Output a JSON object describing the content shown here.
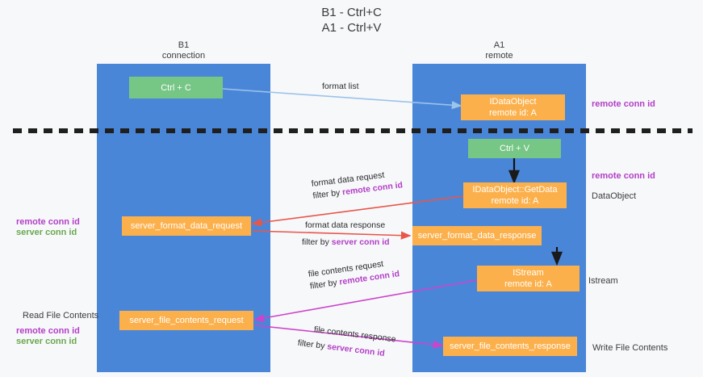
{
  "title": "B1 - Ctrl+C\nA1 - Ctrl+V",
  "columns": {
    "left": "B1\nconnection",
    "right": "A1\nremote"
  },
  "nodes": {
    "ctrl_c": {
      "line1": "Ctrl + C",
      "line2": ""
    },
    "idataobject": {
      "line1": "IDataObject",
      "line2": "remote id: A"
    },
    "ctrl_v": {
      "line1": "Ctrl + V",
      "line2": ""
    },
    "getdata": {
      "line1": "IDataObject::GetData",
      "line2": "remote id: A"
    },
    "fmt_req": {
      "line1": "server_format_data_request",
      "line2": ""
    },
    "fmt_resp": {
      "line1": "server_format_data_response",
      "line2": ""
    },
    "istream": {
      "line1": "IStream",
      "line2": "remote id: A"
    },
    "file_req": {
      "line1": "server_file_contents_request",
      "line2": ""
    },
    "file_resp": {
      "line1": "server_file_contents_response",
      "line2": ""
    }
  },
  "right_labels": {
    "remote_conn_id_top": "remote conn id",
    "remote_conn_id_mid": "remote conn id",
    "dataobject": "DataObject",
    "istream": "Istream",
    "write_file_contents": "Write File Contents"
  },
  "left_labels": {
    "legend_remote_mid": "remote conn id",
    "legend_server_mid": "server conn id",
    "read_file_contents": "Read File Contents",
    "legend_remote_bot": "remote conn id",
    "legend_server_bot": "server conn id"
  },
  "edges": {
    "format_list": "format list",
    "format_data_request": "format data request",
    "format_data_request_filter_prefix": "filter by ",
    "format_data_request_filter_key": "remote conn id",
    "format_data_response": "format data response",
    "format_data_response_filter_prefix": "filter by ",
    "format_data_response_filter_key": "server conn id",
    "file_contents_request": "file contents request",
    "file_contents_request_filter_prefix": "filter by ",
    "file_contents_request_filter_key": "remote conn id",
    "file_contents_response": "file contents response",
    "file_contents_response_filter_prefix": "filter by ",
    "file_contents_response_filter_key": "server conn id"
  },
  "colors": {
    "lane": "#4a86d8",
    "green_node": "#76c686",
    "orange_node": "#fbb04c",
    "remote_conn": "#b23fc6",
    "server_conn": "#6aa84f",
    "red_arrow": "#e8564b",
    "magenta_arrow": "#cc44cc",
    "light_blue_arrow": "#9cc3ea",
    "divider": "#1f1f1f",
    "page_bg": "#f7f8fa"
  }
}
